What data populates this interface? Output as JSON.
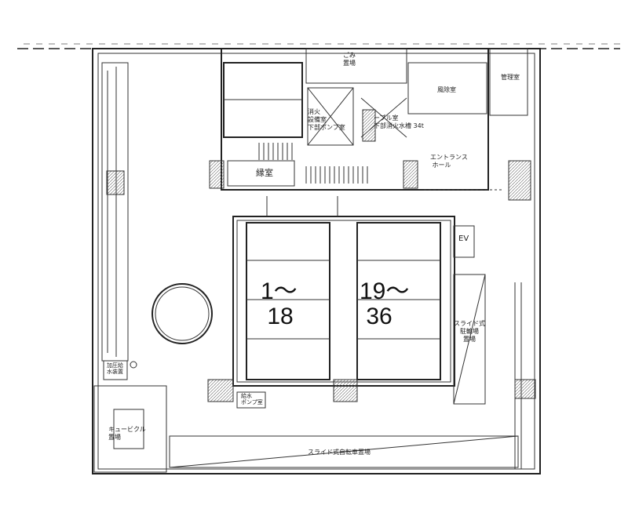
{
  "rooms": {
    "garbage": "ごみ\n置場",
    "wind_chamber": "風除室",
    "management": "管理室",
    "fire_pump": "消火\n設備室\n下部ポンプ室",
    "water_tank": "ーブル室\n下部消火水槽 34t",
    "entrance_hall": "エントランス\n ホール",
    "waiting_room": "縁室",
    "ev": "EV",
    "pressure_pump": "加圧給\n水装置",
    "cubicle": "キュービクル\n置場",
    "booster_pump": "給水\nポンプ室",
    "slide_parking_room": "スライド式\n駐輪場\n置場",
    "slide_bike_area": "スライド式自転車置場"
  },
  "parking": {
    "left_range": "1～\n 18",
    "right_range": "19～\n 36"
  }
}
